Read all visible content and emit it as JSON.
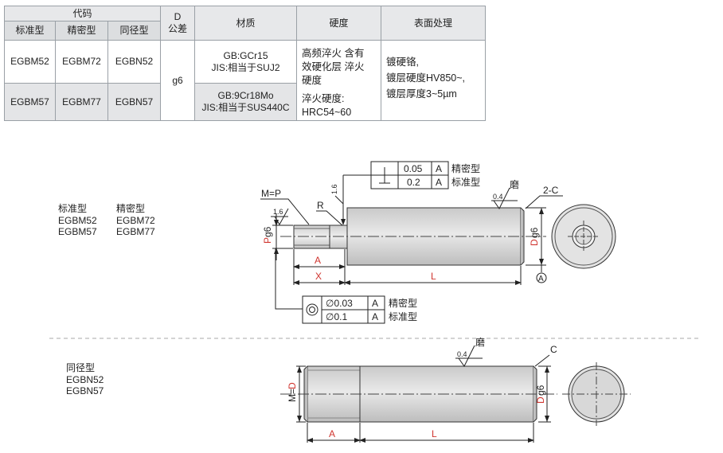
{
  "table": {
    "col_code": "代码",
    "col_d_line1": "D",
    "col_d_line2": "公差",
    "col_material": "材质",
    "col_hardness": "硬度",
    "col_surface": "表面处理",
    "sub_standard": "标准型",
    "sub_precision": "精密型",
    "sub_same": "同径型",
    "row1": {
      "std": "EGBM52",
      "prec": "EGBM72",
      "same": "EGBN52",
      "mat1": "GB:GCr15",
      "mat2": "JIS:相当于SUJ2"
    },
    "row2": {
      "std": "EGBM57",
      "prec": "EGBM77",
      "same": "EGBN57",
      "mat1": "GB:9Cr18Mo",
      "mat2": "JIS:相当于SUS440C"
    },
    "tolerance": "g6",
    "hardness_1": "高频淬火 含有",
    "hardness_2": "效硬化层  淬火",
    "hardness_3": "硬度",
    "hardness_4": "淬火硬度:",
    "hardness_5": "HRC54~60",
    "surface_1": "镀硬铬,",
    "surface_2": "镀层硬度HV850~,",
    "surface_3": "镀层厚度3~5µm"
  },
  "group1": {
    "h_std": "标准型",
    "h_prec": "精密型",
    "std_a": "EGBM52",
    "std_b": "EGBM57",
    "prec_a": "EGBM72",
    "prec_b": "EGBM77"
  },
  "group2": {
    "title": "同径型",
    "a": "EGBN52",
    "b": "EGBN57"
  },
  "drawing1": {
    "perp_tol_prec": "0.05",
    "perp_tol_std": "0.2",
    "datum": "A",
    "prec": "精密型",
    "std": "标准型",
    "mp": "M=P",
    "r": "R",
    "rough_16a": "1.6",
    "rough_16b": "1.6",
    "rough_04": "0.4",
    "grind": "磨",
    "chamfer": "2-C",
    "p": "P",
    "g6_left": "g6",
    "d": "D",
    "g6_right": "g6",
    "dim_a": "A",
    "dim_x": "X",
    "dim_l": "L",
    "datum_circle": "A",
    "conc_tol_prec": "∅0.03",
    "conc_tol_std": "∅0.1"
  },
  "drawing2": {
    "rough_04": "0.4",
    "grind": "磨",
    "c": "C",
    "md": "M=D",
    "d": "D",
    "g6": "g6",
    "dim_a": "A",
    "dim_l": "L"
  },
  "colors": {
    "accent": "#d0352f"
  }
}
